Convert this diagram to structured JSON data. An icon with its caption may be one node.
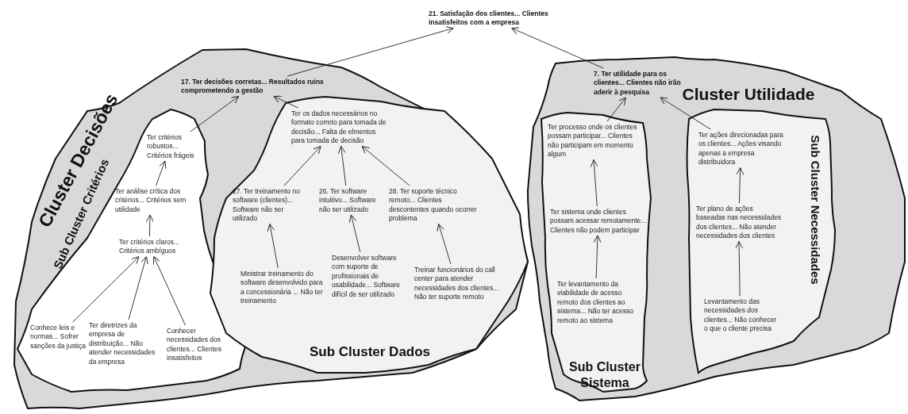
{
  "diagram": {
    "nodes": [
      {
        "text": [
          "21. Satisfação dos clientes... Clientes insatisfeitos com a empresa"
        ]
      },
      {
        "text": [
          "Cluster Decisões"
        ]
      },
      {
        "text": [
          "17. Ter decisões corretas...  Resultados ruins comprometendo a gestão"
        ],
        "in": 1
      },
      {
        "text": [
          "Sub Cluster Critérios"
        ],
        "in": 1
      },
      {
        "text": [
          "Ter critérios robustos... Critérios frágeis"
        ],
        "in": 3
      },
      {
        "text": [
          "Ter análise crítica dos critérios... Critérios sem utilidade"
        ],
        "in": 3
      },
      {
        "text": [
          "Ter critérios claros... Critérios ambíguos"
        ],
        "in": 3
      },
      {
        "text": [
          "Conhece leis e normas...  Sofrer sanções da justiça"
        ],
        "in": 3
      },
      {
        "text": [
          "Ter diretrizes da empresa de distribuição... Não atender necessidades da empresa"
        ],
        "in": 3
      },
      {
        "text": [
          "Conhecer necessidades dos clientes... Clientes insatisfeitos"
        ],
        "in": 3
      },
      {
        "text": [
          "Sub Cluster Dados"
        ],
        "in": 1
      },
      {
        "text": [
          "Ter  os dados necessários no formato correto para tomada de decisão... Falta de elmentos para tomada de decisão"
        ],
        "in": 10
      },
      {
        "text": [
          "27. Ter treinamento no software (clientes)... Software não ser utilizado"
        ],
        "in": 10
      },
      {
        "text": [
          "26. Ter software intuitivo... Software não ser utilizado"
        ],
        "in": 10
      },
      {
        "text": [
          "28. Ter suporte técnico remoto... Clientes descontentes quando ocorrer problema"
        ],
        "in": 10
      },
      {
        "text": [
          "Ministrar treinamento do software desenvolvido para a concessionária ... Não ter treinamento"
        ],
        "in": 10
      },
      {
        "text": [
          "Desenvolver software com suporte de profissionais de usabilidade... Software difícil de ser utilizado"
        ],
        "in": 10
      },
      {
        "text": [
          "Treinar funcionários do call center para atender necessidades dos clientes... Não ter suporte remoto"
        ],
        "in": 10
      },
      {
        "text": [
          "Cluster Utilidade"
        ]
      },
      {
        "text": [
          "7. Ter utilidade para os clientes... Clientes não irão aderir à pesquisa"
        ],
        "in": 18
      },
      {
        "text": [
          "Sub Cluster Sistema"
        ],
        "in": 18
      },
      {
        "text": [
          "Ter processo onde os clientes possam participar... Clientes não participam em momento algum"
        ],
        "in": 20
      },
      {
        "text": [
          "Ter sistema onde clientes possam acessar remotamente... Clientes não podem participar"
        ],
        "in": 20
      },
      {
        "text": [
          "Ter levantamento da viabilidade de acesso remoto dos clientes ao sistema... Não ter acesso remoto ao sistema"
        ],
        "in": 20
      },
      {
        "text": [
          "Sub Cluster Necessidades"
        ],
        "in": 18
      },
      {
        "text": [
          "Ter ações direcionadas para os clientes... Ações visando apenas a empresa distribuidora"
        ],
        "in": 24
      },
      {
        "text": [
          "Ter plano de ações baseadas nas necessidades dos clientes... Não atender necessidades dos clientes"
        ],
        "in": 24
      },
      {
        "text": [
          "Levantamento das necessidades dos clientes...  Não conhecer o que o cliente precisa"
        ],
        "in": 24
      }
    ],
    "edges": [
      {
        "from": 2,
        "to": 0,
        "arrow": "to"
      },
      {
        "from": 19,
        "to": 0,
        "arrow": "to"
      },
      {
        "from": 4,
        "to": 2,
        "arrow": "to"
      },
      {
        "from": 11,
        "to": 2,
        "arrow": "to"
      },
      {
        "from": 5,
        "to": 4,
        "arrow": "to"
      },
      {
        "from": 6,
        "to": 5,
        "arrow": "to"
      },
      {
        "from": 7,
        "to": 6,
        "arrow": "to"
      },
      {
        "from": 8,
        "to": 6,
        "arrow": "to"
      },
      {
        "from": 9,
        "to": 6,
        "arrow": "to"
      },
      {
        "from": 12,
        "to": 11,
        "arrow": "to"
      },
      {
        "from": 13,
        "to": 11,
        "arrow": "to"
      },
      {
        "from": 14,
        "to": 11,
        "arrow": "to"
      },
      {
        "from": 15,
        "to": 12,
        "arrow": "to"
      },
      {
        "from": 16,
        "to": 13,
        "arrow": "to"
      },
      {
        "from": 17,
        "to": 14,
        "arrow": "to"
      },
      {
        "from": 21,
        "to": 19,
        "arrow": "to"
      },
      {
        "from": 25,
        "to": 19,
        "arrow": "to"
      },
      {
        "from": 22,
        "to": 21,
        "arrow": "to"
      },
      {
        "from": 23,
        "to": 22,
        "arrow": "to"
      },
      {
        "from": 26,
        "to": 25,
        "arrow": "to"
      },
      {
        "from": 27,
        "to": 26,
        "arrow": "to"
      }
    ]
  }
}
